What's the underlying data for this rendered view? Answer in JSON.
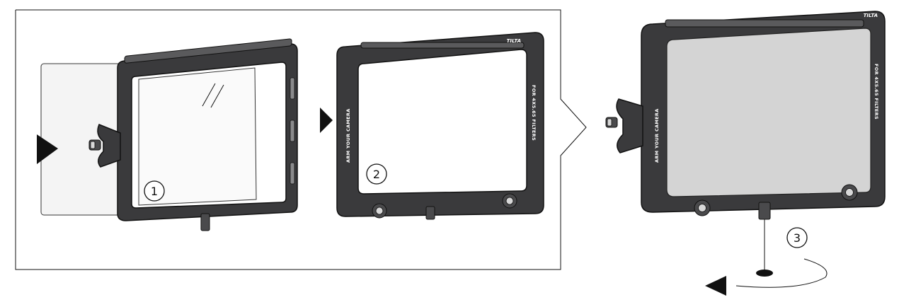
{
  "steps": {
    "step1": "1",
    "step2": "2",
    "step3": "3"
  },
  "frame_labels": {
    "brand": "TILTA",
    "side_left": "ARM YOUR CAMERA",
    "side_right": "FOR 4X5.65 FILTERS"
  },
  "colors": {
    "frame": "#3a3a3c",
    "filter": "#d4d4d4",
    "outline": "#111111"
  }
}
